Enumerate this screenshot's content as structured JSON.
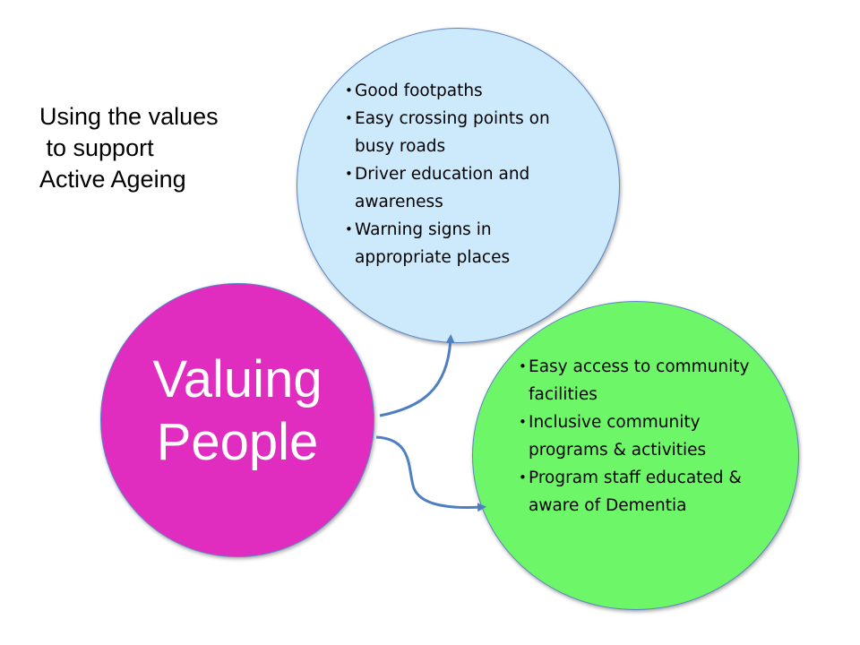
{
  "title": "Using the values\n to support\nActive Ageing",
  "center": {
    "line1": "Valuing",
    "line2": "People"
  },
  "top_circle": {
    "items": [
      "Good footpaths",
      "Easy crossing points on busy roads",
      "Driver education and awareness",
      "Warning signs in appropriate places"
    ]
  },
  "right_circle": {
    "items": [
      "Easy access to community facilities",
      "Inclusive community programs & activities",
      "Program staff educated & aware of Dementia"
    ]
  },
  "colors": {
    "top_circle": "#cdeafd",
    "right_circle": "#6ef669",
    "center_circle": "#e02cbf",
    "arrow": "#4f7fc0"
  }
}
